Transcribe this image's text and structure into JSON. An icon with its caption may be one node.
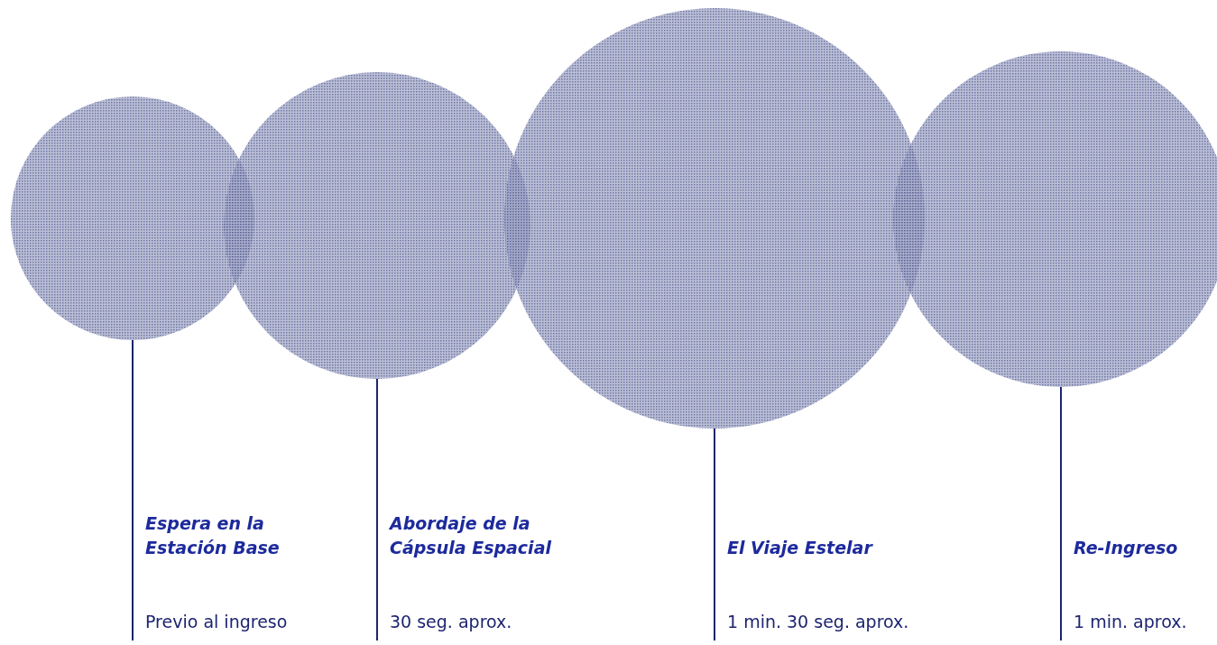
{
  "diagram": {
    "nodes": [
      {
        "text": [],
        "shape": "circle"
      },
      {
        "text": [],
        "shape": "circle"
      },
      {
        "text": [],
        "shape": "circle"
      },
      {
        "text": [],
        "shape": "circle"
      },
      {
        "text": [
          "Espera en la Estación Base",
          "Previo al ingreso"
        ]
      },
      {
        "text": [
          "Abordaje de la Cápsula Espacial",
          "30 seg. aprox."
        ]
      },
      {
        "text": [
          "El Viaje Estelar",
          "1 min. 30 seg. aprox."
        ]
      },
      {
        "text": [
          "Re-Ingreso",
          "1 min. aprox."
        ]
      }
    ],
    "edges": [
      {
        "from": 4,
        "to": 0,
        "arrow": "none"
      },
      {
        "from": 5,
        "to": 1,
        "arrow": "none"
      },
      {
        "from": 6,
        "to": 2,
        "arrow": "none"
      },
      {
        "from": 7,
        "to": 3,
        "arrow": "none"
      }
    ]
  }
}
